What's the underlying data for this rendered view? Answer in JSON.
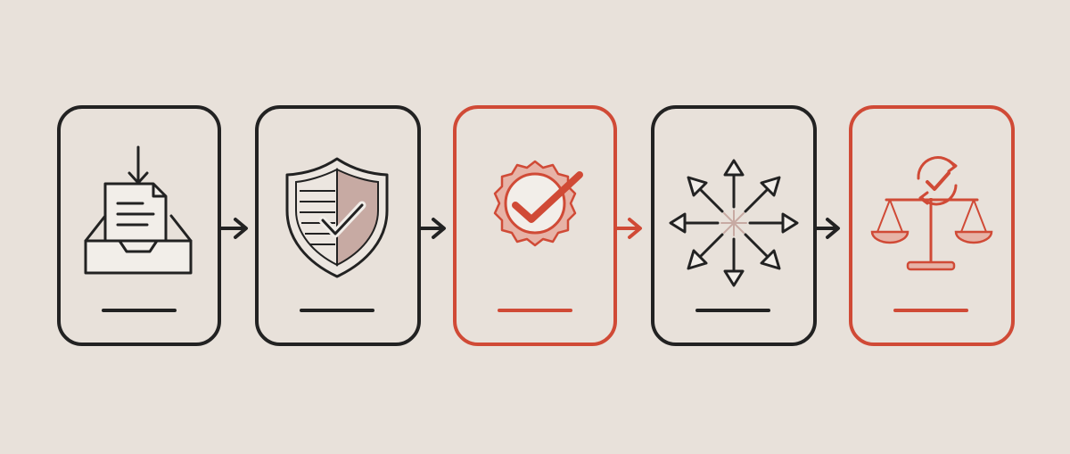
{
  "diagram": {
    "palette": {
      "background": "#e8e1da",
      "dark": "#222222",
      "accent": "#d04a36",
      "accent_fill": "#e7b3a7",
      "shield_fill": "#c7aaa3"
    },
    "steps": [
      {
        "icon": "inbox-document-download-icon",
        "tone": "dark"
      },
      {
        "icon": "shield-check-icon",
        "tone": "dark"
      },
      {
        "icon": "verified-badge-check-icon",
        "tone": "accent"
      },
      {
        "icon": "distribute-arrows-icon",
        "tone": "dark"
      },
      {
        "icon": "balance-scale-refresh-check-icon",
        "tone": "accent"
      }
    ],
    "connectors": [
      {
        "tone": "dark"
      },
      {
        "tone": "dark"
      },
      {
        "tone": "accent"
      },
      {
        "tone": "dark"
      }
    ]
  }
}
